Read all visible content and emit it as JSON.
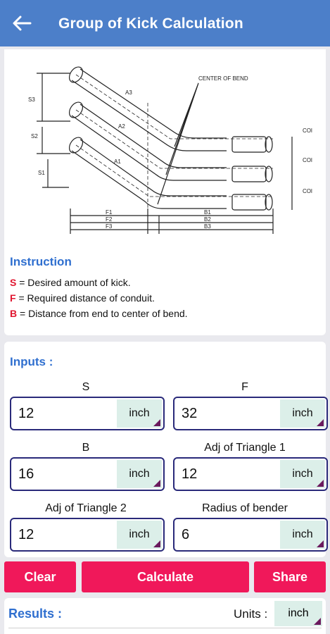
{
  "appbar": {
    "title": "Group of Kick Calculation"
  },
  "diagram": {
    "center_of_bend": "CENTER OF BEND",
    "labels": [
      "S3",
      "S2",
      "S1",
      "A3",
      "A2",
      "A1",
      "F1",
      "F2",
      "F3",
      "B1",
      "B2",
      "B3"
    ],
    "col": "COl"
  },
  "instruction": {
    "title": "Instruction",
    "lines": [
      {
        "key": "S",
        "text": " = Desired amount of kick."
      },
      {
        "key": "F",
        "text": " = Required distance of conduit."
      },
      {
        "key": "B",
        "text": " = Distance from end to center of bend."
      }
    ]
  },
  "inputs": {
    "title": "Inputs :",
    "fields": [
      {
        "label": "S",
        "value": "12",
        "unit": "inch"
      },
      {
        "label": "F",
        "value": "32",
        "unit": "inch"
      },
      {
        "label": "B",
        "value": "16",
        "unit": "inch"
      },
      {
        "label": "Adj of Triangle 1",
        "value": "12",
        "unit": "inch"
      },
      {
        "label": "Adj of Triangle 2",
        "value": "12",
        "unit": "inch"
      },
      {
        "label": "Radius of bender",
        "value": "6",
        "unit": "inch"
      }
    ]
  },
  "buttons": {
    "clear": "Clear",
    "calculate": "Calculate",
    "share": "Share"
  },
  "results": {
    "title": "Results :",
    "units_label": "Units :",
    "unit": "inch"
  }
}
